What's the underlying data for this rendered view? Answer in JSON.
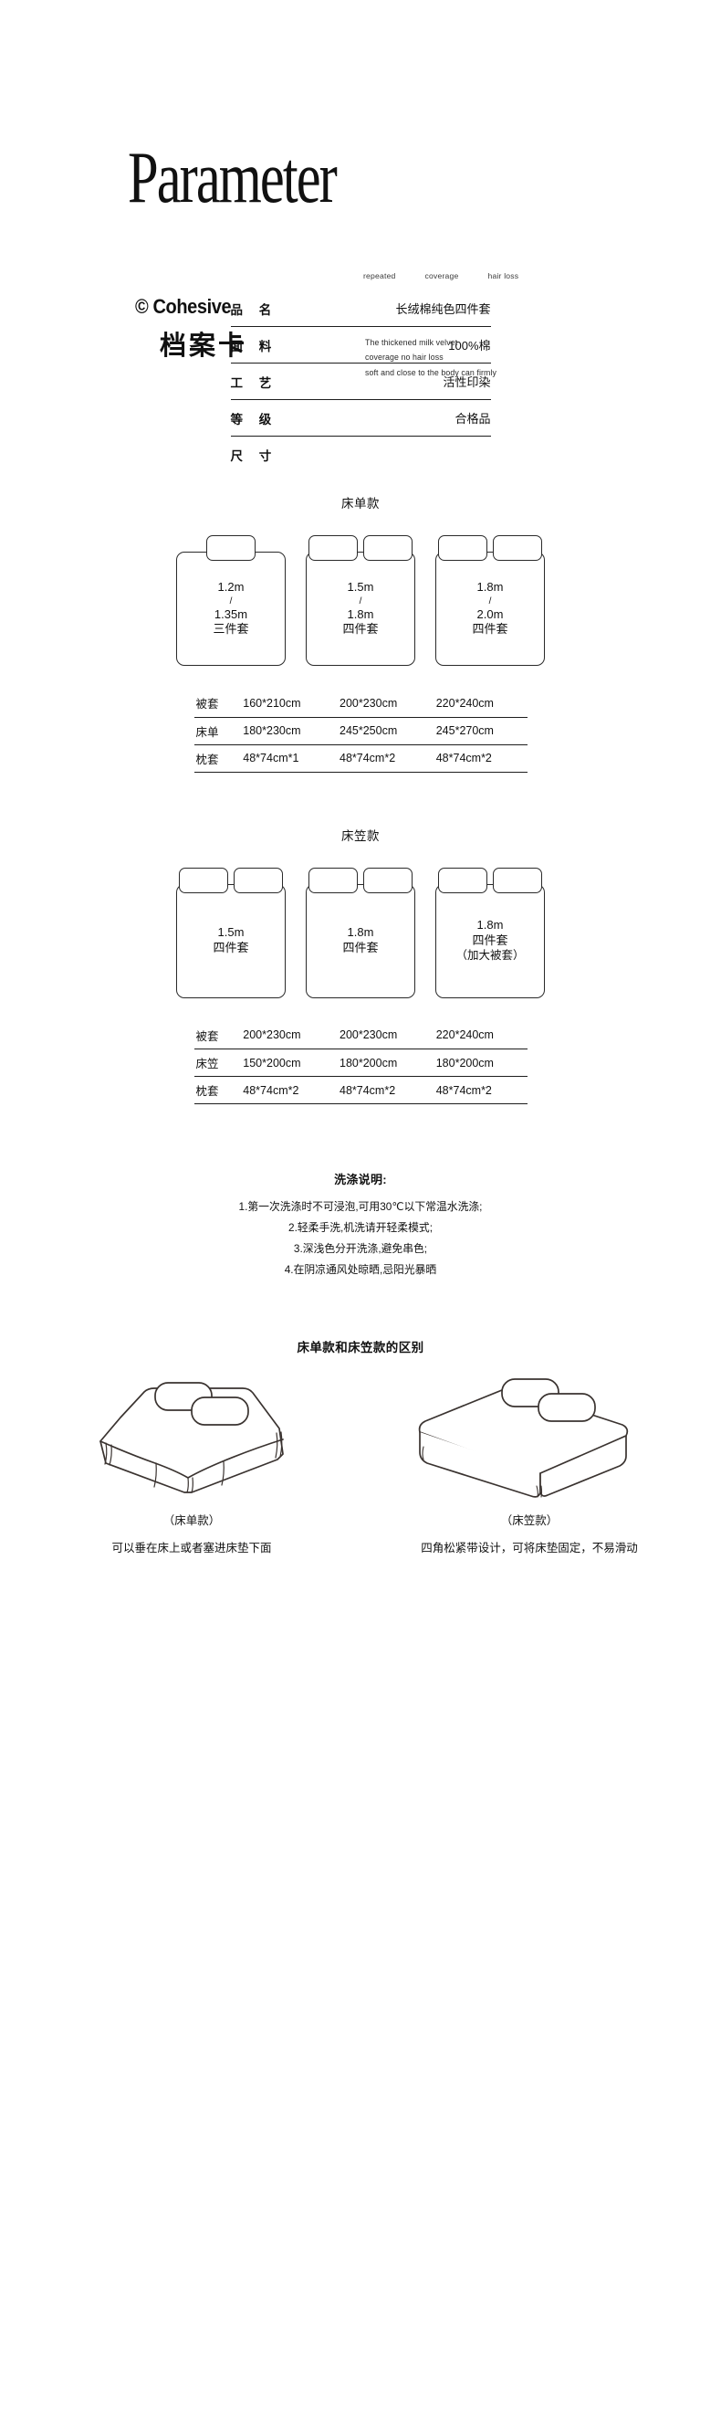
{
  "header": {
    "title": "Parameter",
    "keywords": [
      "repeated",
      "coverage",
      "hair loss"
    ],
    "brand": "© Cohesive",
    "brand_cn": "档案卡",
    "description": [
      "The thickened milk velvet",
      "coverage no hair loss",
      "soft and close to the body can firmly"
    ]
  },
  "spec": {
    "rows": [
      {
        "label": "品 名",
        "value": "长绒棉纯色四件套"
      },
      {
        "label": "面 料",
        "value": "100%棉"
      },
      {
        "label": "工 艺",
        "value": "活性印染"
      },
      {
        "label": "等 级",
        "value": "合格品"
      },
      {
        "label": "尺 寸",
        "value": ""
      }
    ]
  },
  "sheet_section": {
    "title": "床单款",
    "beds": [
      {
        "pillows": 1,
        "size": "1.2m",
        "slash": "/",
        "size2": "1.35m",
        "sub": "三件套",
        "extra": ""
      },
      {
        "pillows": 2,
        "size": "1.5m",
        "slash": "/",
        "size2": "1.8m",
        "sub": "四件套",
        "extra": ""
      },
      {
        "pillows": 2,
        "size": "1.8m",
        "slash": "/",
        "size2": "2.0m",
        "sub": "四件套",
        "extra": ""
      }
    ],
    "table": {
      "rows": [
        {
          "label": "被套",
          "cells": [
            "160*210cm",
            "200*230cm",
            "220*240cm"
          ]
        },
        {
          "label": "床单",
          "cells": [
            "180*230cm",
            "245*250cm",
            "245*270cm"
          ]
        },
        {
          "label": "枕套",
          "cells": [
            "48*74cm*1",
            "48*74cm*2",
            "48*74cm*2"
          ]
        }
      ]
    }
  },
  "fitted_section": {
    "title": "床笠款",
    "beds": [
      {
        "pillows": 2,
        "size": "1.5m",
        "slash": "",
        "size2": "",
        "sub": "四件套",
        "extra": ""
      },
      {
        "pillows": 2,
        "size": "1.8m",
        "slash": "",
        "size2": "",
        "sub": "四件套",
        "extra": ""
      },
      {
        "pillows": 2,
        "size": "1.8m",
        "slash": "",
        "size2": "",
        "sub": "四件套",
        "extra": "（加大被套）"
      }
    ],
    "table": {
      "rows": [
        {
          "label": "被套",
          "cells": [
            "200*230cm",
            "200*230cm",
            "220*240cm"
          ]
        },
        {
          "label": "床笠",
          "cells": [
            "150*200cm",
            "180*200cm",
            "180*200cm"
          ]
        },
        {
          "label": "枕套",
          "cells": [
            "48*74cm*2",
            "48*74cm*2",
            "48*74cm*2"
          ]
        }
      ]
    }
  },
  "washing": {
    "title": "洗涤说明:",
    "lines": [
      "1.第一次洗涤时不可浸泡,可用30℃以下常温水洗涤;",
      "2.轻柔手洗,机洗请开轻柔模式;",
      "3.深浅色分开洗涤,避免串色;",
      "4.在阴凉通风处晾晒,忌阳光暴晒"
    ]
  },
  "comparison": {
    "title": "床单款和床笠款的区别",
    "items": [
      {
        "label": "（床单款）",
        "caption": "可以垂在床上或者塞进床垫下面"
      },
      {
        "label": "（床笠款）",
        "caption": "四角松紧带设计，可将床垫固定，不易滑动"
      }
    ]
  }
}
